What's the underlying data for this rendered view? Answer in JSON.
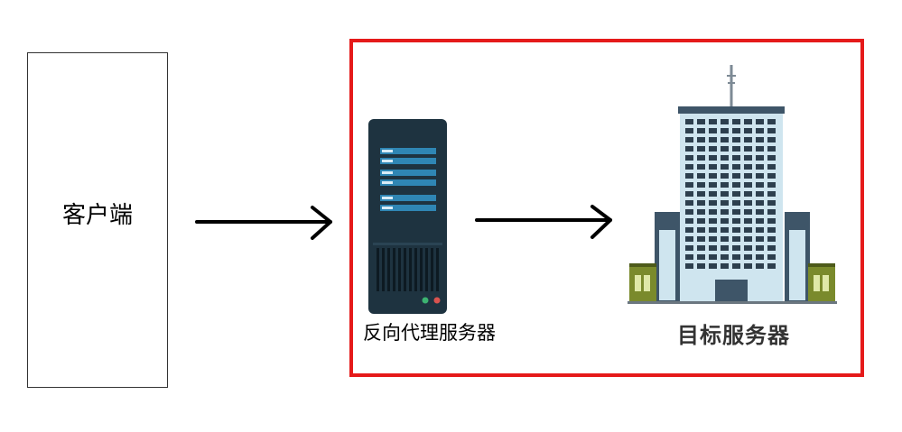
{
  "client": {
    "label": "客户端"
  },
  "proxy": {
    "label": "反向代理服务器",
    "icon": "server-rack-icon"
  },
  "target": {
    "label": "目标服务器",
    "icon": "office-building-icon"
  },
  "highlight": {
    "color": "#e51a1a"
  }
}
